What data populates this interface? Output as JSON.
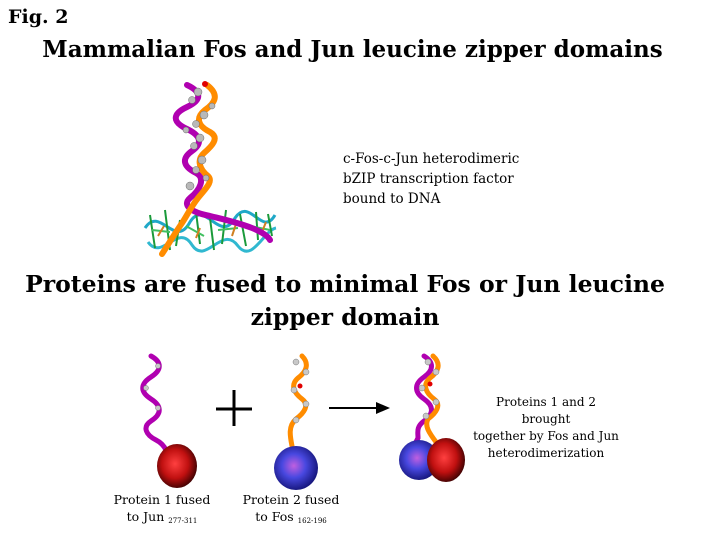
{
  "figure_label": "Fig. 2",
  "title": "Mammalian Fos and Jun leucine zipper domains",
  "structure_caption": [
    "c-Fos-c-Jun heterodimeric",
    "bZIP transcription factor",
    "bound to DNA"
  ],
  "section_title": [
    "Proteins are fused to minimal Fos or Jun leucine",
    "zipper domain"
  ],
  "protein1": {
    "line1": "Protein 1 fused",
    "line2_prefix": "to Jun",
    "range": "277-311",
    "sphere_color": "#c01010"
  },
  "protein2": {
    "line1": "Protein 2 fused",
    "line2_prefix": "to Fos",
    "range": "162-196",
    "sphere_color": "#3a3ad0"
  },
  "operator_plus": "+",
  "result_caption": [
    "Proteins 1 and 2 brought",
    "together by Fos and Jun",
    "heterodimerization"
  ],
  "colors": {
    "fos_helix": "#ff8c00",
    "jun_helix": "#b000b0",
    "side_chain": "#b8b8b8",
    "dna": "#20a8c8"
  }
}
